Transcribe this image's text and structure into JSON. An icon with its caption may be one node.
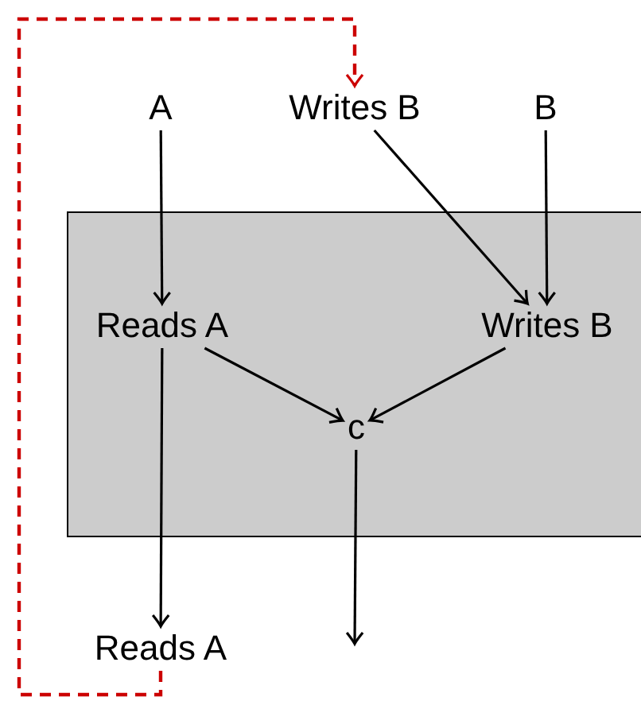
{
  "diagram": {
    "nodes": [
      {
        "text": [
          "A"
        ]
      },
      {
        "text": [
          "Writes B"
        ]
      },
      {
        "text": [
          "B"
        ]
      },
      {
        "text": [],
        "shape": "box"
      },
      {
        "text": [
          "Reads A"
        ],
        "in": 3
      },
      {
        "text": [
          "Writes B"
        ],
        "in": 3
      },
      {
        "text": [
          "c"
        ],
        "in": 3
      },
      {
        "text": [
          "Reads A"
        ]
      }
    ],
    "edges": [
      {
        "from": 0,
        "to": 4,
        "arrow": "to"
      },
      {
        "from": 2,
        "to": 5,
        "arrow": "to"
      },
      {
        "from": 1,
        "to": 5,
        "arrow": "to"
      },
      {
        "from": 4,
        "to": 6,
        "arrow": "to"
      },
      {
        "from": 5,
        "to": 6,
        "arrow": "to"
      },
      {
        "from": 4,
        "to": 7,
        "arrow": "to"
      },
      {
        "from": 6,
        "to": null,
        "arrow": "to"
      },
      {
        "from": 7,
        "to": 1,
        "arrow": "to",
        "style": "dashed",
        "color": "#cc0000"
      }
    ]
  }
}
